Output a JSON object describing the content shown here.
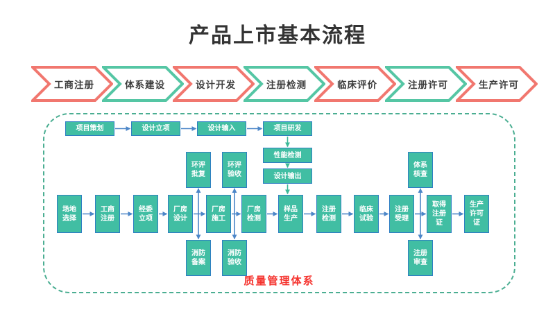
{
  "title": "产品上市基本流程",
  "stages": [
    {
      "label": "工商注册",
      "color": "#F1776F"
    },
    {
      "label": "体系建设",
      "color": "#55C6A4"
    },
    {
      "label": "设计开发",
      "color": "#F1776F"
    },
    {
      "label": "注册检测",
      "color": "#55C6A4"
    },
    {
      "label": "临床评价",
      "color": "#F1776F"
    },
    {
      "label": "注册许可",
      "color": "#55C6A4"
    },
    {
      "label": "生产许可",
      "color": "#F1776F"
    }
  ],
  "diagram": {
    "container_label": "质量管理体系",
    "container_label_color": "#F5332E",
    "node_fill": "#41BEA3",
    "node_border": "#2E7FC2",
    "arrow_blue": "#4C86C8",
    "arrow_green": "#3BB998",
    "container_border": "#4BAE92",
    "nodes": [
      {
        "id": "xmch",
        "label": "项目策划"
      },
      {
        "id": "sjlx",
        "label": "设计立项"
      },
      {
        "id": "sjsr",
        "label": "设计输入"
      },
      {
        "id": "xmyf",
        "label": "项目研发"
      },
      {
        "id": "xnjc",
        "label": "性能检测"
      },
      {
        "id": "sjsc",
        "label": "设计输出"
      },
      {
        "id": "cdxz",
        "label": "场地选择"
      },
      {
        "id": "gszc",
        "label": "工商注册"
      },
      {
        "id": "jwlx",
        "label": "经委立项"
      },
      {
        "id": "cfsj",
        "label": "厂房设计"
      },
      {
        "id": "cfsg",
        "label": "厂房施工"
      },
      {
        "id": "cfjc",
        "label": "厂房检测"
      },
      {
        "id": "ypsc",
        "label": "样品生产"
      },
      {
        "id": "zcjc",
        "label": "注册检测"
      },
      {
        "id": "lcsy",
        "label": "临床试验"
      },
      {
        "id": "zcsl",
        "label": "注册受理"
      },
      {
        "id": "qdzcz",
        "label": "取得注册证"
      },
      {
        "id": "scxkz",
        "label": "生产许可证"
      },
      {
        "id": "hppf",
        "label": "环评批复"
      },
      {
        "id": "hpys",
        "label": "环评验收"
      },
      {
        "id": "xfba",
        "label": "消防备案"
      },
      {
        "id": "xfys",
        "label": "消防验收"
      },
      {
        "id": "txhc",
        "label": "体系核查"
      },
      {
        "id": "zcsc",
        "label": "注册审查"
      }
    ],
    "edges": [
      {
        "from": "xmch",
        "to": "sjlx",
        "dir": "h",
        "color": "blue"
      },
      {
        "from": "sjlx",
        "to": "sjsr",
        "dir": "h",
        "color": "blue"
      },
      {
        "from": "sjsr",
        "to": "xmyf",
        "dir": "h",
        "color": "blue"
      },
      {
        "from": "xmyf",
        "to": "xnjc",
        "dir": "v",
        "color": "green"
      },
      {
        "from": "xnjc",
        "to": "sjsc",
        "dir": "v",
        "color": "green"
      },
      {
        "from": "sjsc",
        "to": "ypsc",
        "dir": "v",
        "color": "green"
      },
      {
        "from": "cdxz",
        "to": "gszc",
        "dir": "h",
        "color": "blue"
      },
      {
        "from": "gszc",
        "to": "jwlx",
        "dir": "h",
        "color": "blue"
      },
      {
        "from": "jwlx",
        "to": "cfsj",
        "dir": "h",
        "color": "blue"
      },
      {
        "from": "cfsj",
        "to": "cfsg",
        "dir": "h",
        "color": "blue"
      },
      {
        "from": "cfsg",
        "to": "cfjc",
        "dir": "h",
        "color": "blue"
      },
      {
        "from": "cfjc",
        "to": "ypsc",
        "dir": "h",
        "color": "blue"
      },
      {
        "from": "ypsc",
        "to": "zcjc",
        "dir": "h",
        "color": "blue"
      },
      {
        "from": "zcjc",
        "to": "lcsy",
        "dir": "h",
        "color": "blue"
      },
      {
        "from": "lcsy",
        "to": "zcsl",
        "dir": "h",
        "color": "blue"
      },
      {
        "from": "zcsl",
        "to": "qdzcz",
        "dir": "h",
        "color": "blue"
      },
      {
        "from": "qdzcz",
        "to": "scxkz",
        "dir": "h",
        "color": "blue"
      },
      {
        "from": "hppf",
        "to": "xfba",
        "dir": "v",
        "color": "blue",
        "double": true
      },
      {
        "from": "hpys",
        "to": "xfys",
        "dir": "v",
        "color": "blue",
        "double": true
      },
      {
        "from": "txhc",
        "to": "zcsc",
        "dir": "v",
        "color": "blue",
        "double": true
      }
    ]
  }
}
